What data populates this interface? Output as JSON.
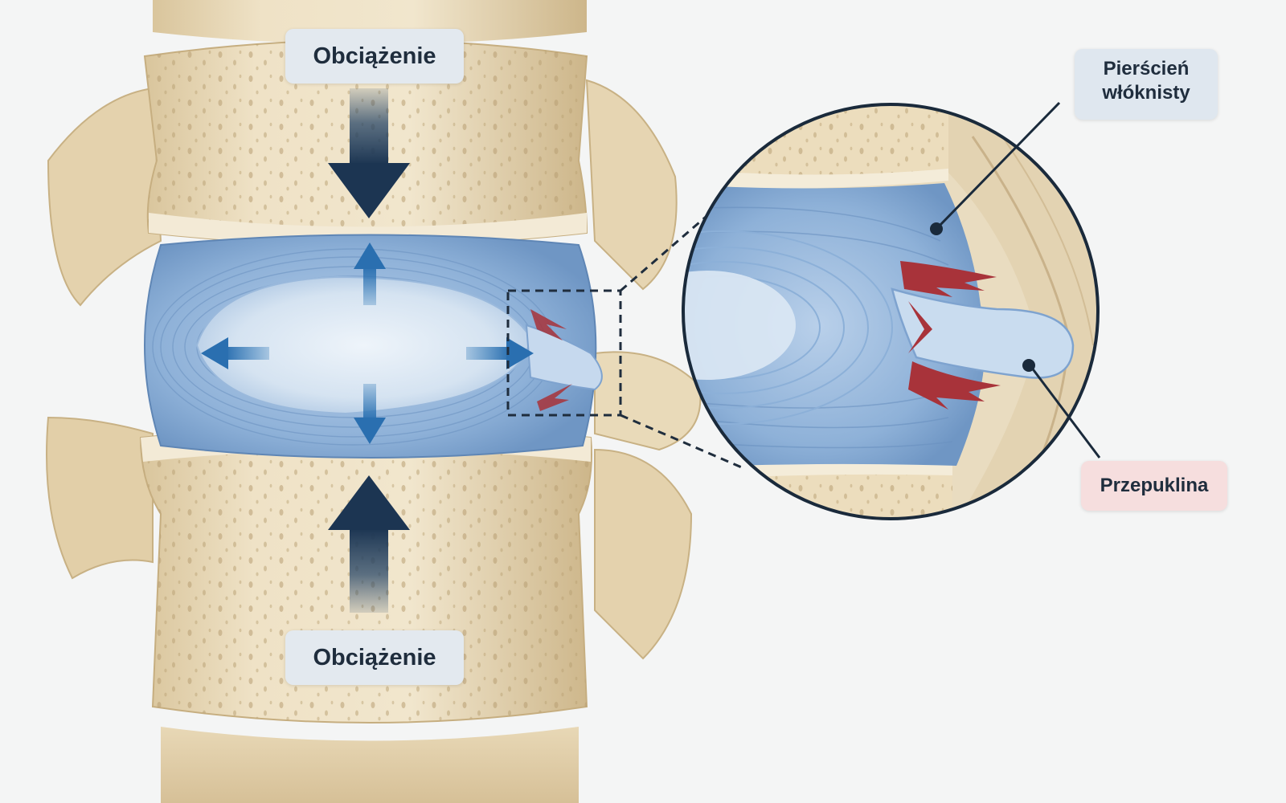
{
  "labels": {
    "load_top": "Obciążenie",
    "load_bottom": "Obciążenie",
    "annulus": "Pierścień\nwłóknisty",
    "hernia": "Przepuklina"
  },
  "icons": {
    "force_up": "arrow-up-icon",
    "force_down": "arrow-down-icon",
    "force_left": "arrow-left-icon",
    "force_right": "arrow-right-icon"
  },
  "colors": {
    "bone": "#ecdcbc",
    "bone_shadow": "#c9b488",
    "disc": "#8fb2d9",
    "nucleus": "#dce8f3",
    "load_arrow": "#233e5c",
    "pressure_arrow": "#2f78b8",
    "tear": "#a8333a",
    "label_blue": "#dfe7ef",
    "label_red": "#f6dede"
  }
}
